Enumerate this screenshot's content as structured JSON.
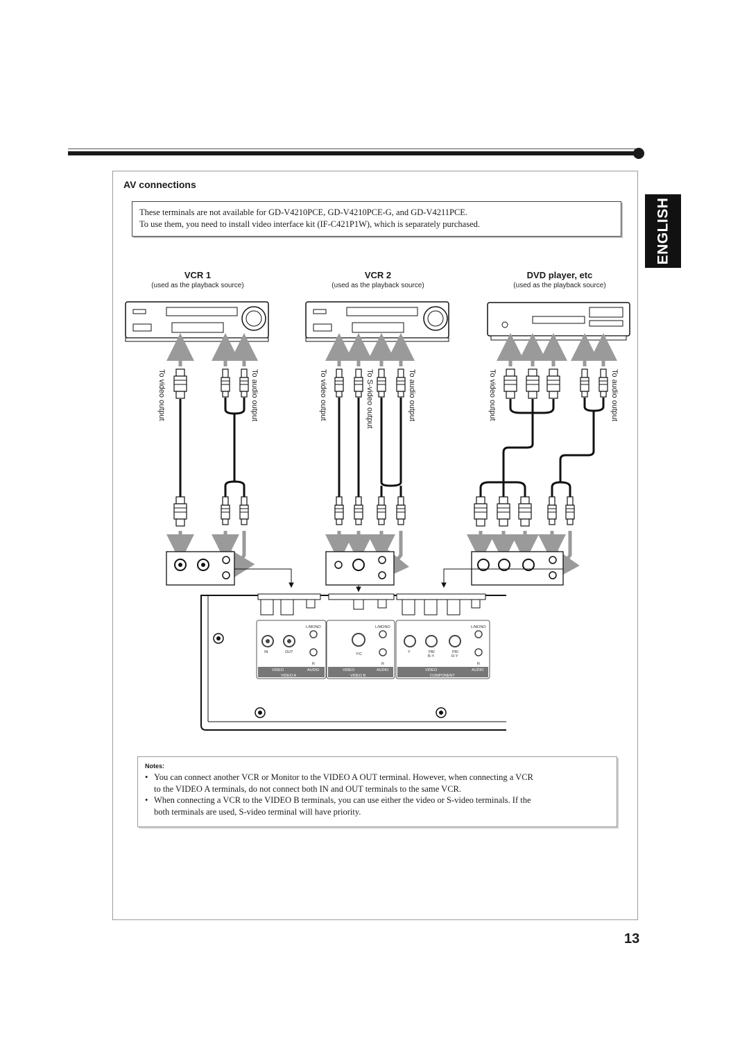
{
  "sidebar": {
    "language_tab": "ENGLISH"
  },
  "section": {
    "title": "AV connections"
  },
  "notice": {
    "line1": "These terminals are not available for GD-V4210PCE, GD-V4210PCE-G, and GD-V4211PCE.",
    "line2": "To use them, you need to install video interface kit (IF-C421P1W), which is separately purchased."
  },
  "devices": [
    {
      "name": "VCR 1",
      "subtitle": "(used as the playback source)"
    },
    {
      "name": "VCR 2",
      "subtitle": "(used as the playback source)"
    },
    {
      "name": "DVD player, etc",
      "subtitle": "(used as the playback source)"
    }
  ],
  "cable_labels": {
    "vcr1_video": "To video output",
    "vcr1_audio": "To audio output",
    "vcr2_video": "To video output",
    "vcr2_svideo": "To S-video output",
    "vcr2_audio": "To audio output",
    "dvd_video": "To video output",
    "dvd_audio": "To audio output"
  },
  "terminal_panel": {
    "lmono": "L/MONO",
    "in": "IN",
    "out": "OUT",
    "yc": "Y/C",
    "y": "Y",
    "pb": "PB/",
    "by": "B-Y",
    "pr": "PR/",
    "ry": "R-Y",
    "r": "R",
    "video": "VIDEO",
    "audio": "AUDIO",
    "group_a": "VIDEO  A",
    "group_b": "VIDEO  B",
    "group_c": "COMPONENT"
  },
  "notes": {
    "title": "Notes:",
    "bullet": "•",
    "items": [
      {
        "line1": "You can connect another VCR or Monitor to the VIDEO A OUT terminal. However, when connecting a VCR",
        "line2": "to the VIDEO A terminals, do not connect both IN and OUT terminals to the same VCR."
      },
      {
        "line1": "When connecting a VCR to the VIDEO B terminals, you can use either the video or S-video terminals. If the",
        "line2": "both terminals are used, S-video terminal will have priority."
      }
    ]
  },
  "page": {
    "number": "13"
  }
}
